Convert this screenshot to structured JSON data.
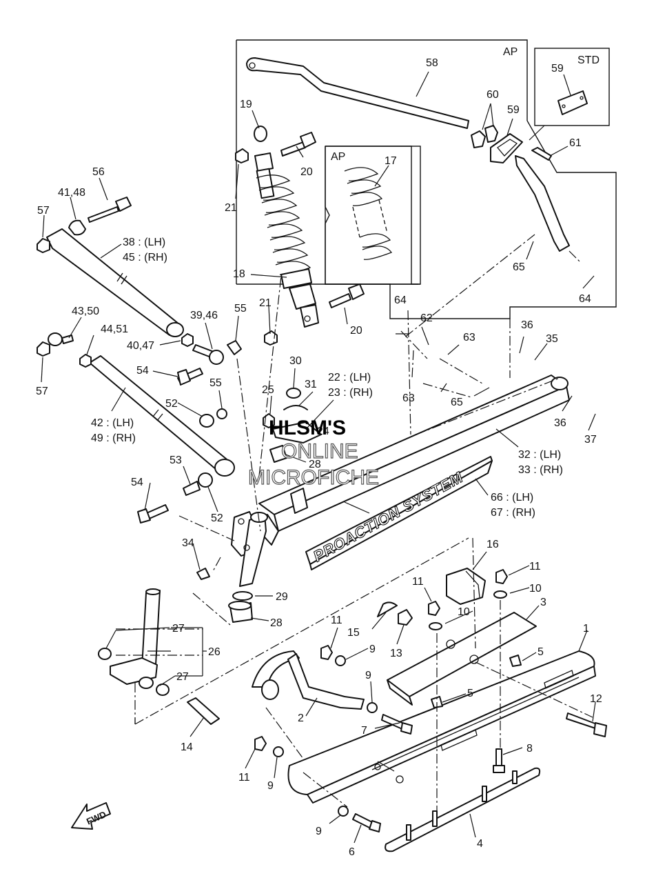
{
  "labels": {
    "ap_top": "AP",
    "std": "STD",
    "ap_spring": "AP",
    "n1": "1",
    "n2": "2",
    "n3": "3",
    "n4": "4",
    "n5a": "5",
    "n5b": "5",
    "n6": "6",
    "n7": "7",
    "n8": "8",
    "n9a": "9",
    "n9b": "9",
    "n9c": "9",
    "n9d": "9",
    "n10a": "10",
    "n10b": "10",
    "n11a": "11",
    "n11b": "11",
    "n11c": "11",
    "n11d": "11",
    "n12": "12",
    "n13": "13",
    "n14": "14",
    "n15": "15",
    "n16": "16",
    "n17": "17",
    "n18": "18",
    "n19": "19",
    "n20a": "20",
    "n20b": "20",
    "n21a": "21",
    "n21b": "21",
    "n22": "22 : (LH)",
    "n23": "23 : (RH)",
    "n24": "24",
    "n25": "25",
    "n26": "26",
    "n27a": "27",
    "n27b": "27",
    "n28a": "28",
    "n28b": "28",
    "n29": "29",
    "n30": "30",
    "n31": "31",
    "n32": "32 : (LH)",
    "n33": "33 : (RH)",
    "n34": "34",
    "n35": "35",
    "n36a": "36",
    "n36b": "36",
    "n37": "37",
    "n38": "38 : (LH)",
    "n45": "45 : (RH)",
    "n3946": "39,46",
    "n4047": "40,47",
    "n4148": "41,48",
    "n42": "42 : (LH)",
    "n49": "49 : (RH)",
    "n4350": "43,50",
    "n4451": "44,51",
    "n52a": "52",
    "n52b": "52",
    "n53": "53",
    "n54a": "54",
    "n54b": "54",
    "n55a": "55",
    "n55b": "55",
    "n56": "56",
    "n57a": "57",
    "n57b": "57",
    "n58": "58",
    "n59a": "59",
    "n59b": "59",
    "n60": "60",
    "n61": "61",
    "n62": "62",
    "n63a": "63",
    "n63b": "63",
    "n64a": "64",
    "n64b": "64",
    "n65a": "65",
    "n65b": "65",
    "n66": "66 : (LH)",
    "n67": "67 : (RH)"
  },
  "decal_text": "PROACTION SYSTEM",
  "fwd_text": "FWD",
  "watermark": {
    "line1": "HLSM'S",
    "line2": "ONLINE",
    "line3": "MICROFICHE"
  }
}
